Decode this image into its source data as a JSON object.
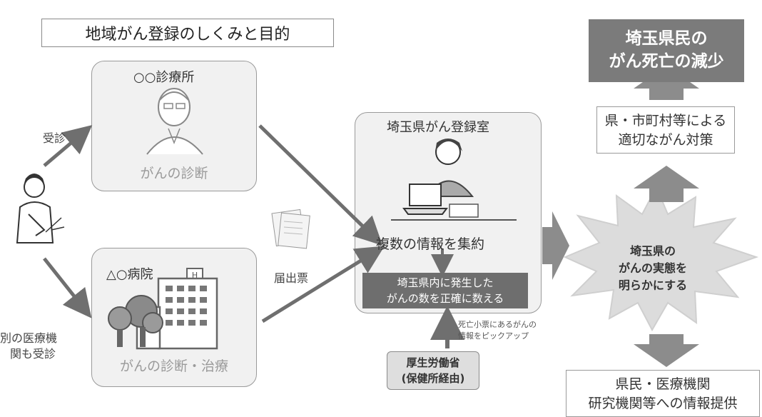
{
  "title": "地域がん登録のしくみと目的",
  "clinic": {
    "name": "○○診療所",
    "caption": "がんの診断"
  },
  "hospital": {
    "name": "△○病院",
    "caption": "がんの診断・治療",
    "sign": "H"
  },
  "patient_labels": {
    "visit": "受診",
    "other_visit_line1": "別の医療機",
    "other_visit_line2": "関も受診"
  },
  "form_label": "届出票",
  "registry": {
    "name": "埼玉県がん登録室",
    "aggregate": "複数の情報を集約",
    "count_line1": "埼玉県内に発生した",
    "count_line2": "がんの数を正確に数える"
  },
  "pickup": {
    "line1": "死亡小票にあるがんの",
    "line2": "情報をピックアップ"
  },
  "ministry": {
    "line1": "厚生労働省",
    "line2": "(保健所経由)"
  },
  "burst": {
    "line1": "埼玉県の",
    "line2": "がんの実態を",
    "line3": "明らかにする"
  },
  "measures": {
    "line1": "県・市町村等による",
    "line2": "適切ながん対策"
  },
  "goal": {
    "line1": "埼玉県民の",
    "line2": "がん死亡の減少"
  },
  "info": {
    "line1": "県民・医療機関",
    "line2": "研究機関等への情報提供"
  },
  "colors": {
    "arrow": "#6f6f6f",
    "block_arrow": "#8c8c8c",
    "dark_box": "#6e6e6e",
    "goal_box": "#7b7b7b"
  }
}
